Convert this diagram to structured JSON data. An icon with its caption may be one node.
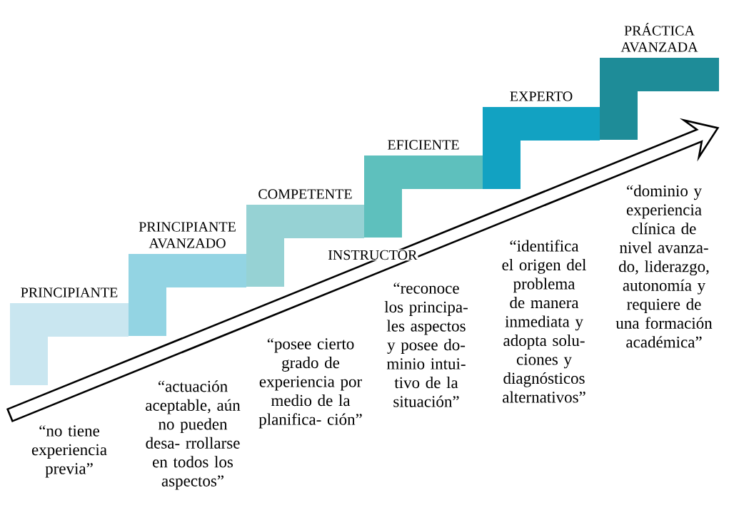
{
  "diagram": {
    "nodes": [
      {
        "text": [
          "PRINCIPIANTE"
        ]
      },
      {
        "text": [
          "PRINCIPIANTE AVANZADO"
        ]
      },
      {
        "text": [
          "COMPETENTE"
        ]
      },
      {
        "text": [
          "EFICIENTE"
        ]
      },
      {
        "text": [
          "EXPERTO"
        ]
      },
      {
        "text": [
          "PRÁCTICA AVANZADA"
        ]
      }
    ],
    "labels": [
      "INSTRUCTOR",
      "“no tiene experiencia previa”",
      "“actuación aceptable, aún no pueden desa- rrollarse en todos los aspectos”",
      "“posee cierto grado de experiencia por medio de la planifica- ción”",
      "“reconoce los principa- les aspectos y posee do- minio intui- tivo de la situación”",
      "“identifica el origen del problema de manera inmediata y adopta solu- ciones y diagnósticos alternativos”",
      "“dominio y experiencia clínica de nivel avanza- do, liderazgo, autonomía y requiere de una formación académica”"
    ]
  }
}
